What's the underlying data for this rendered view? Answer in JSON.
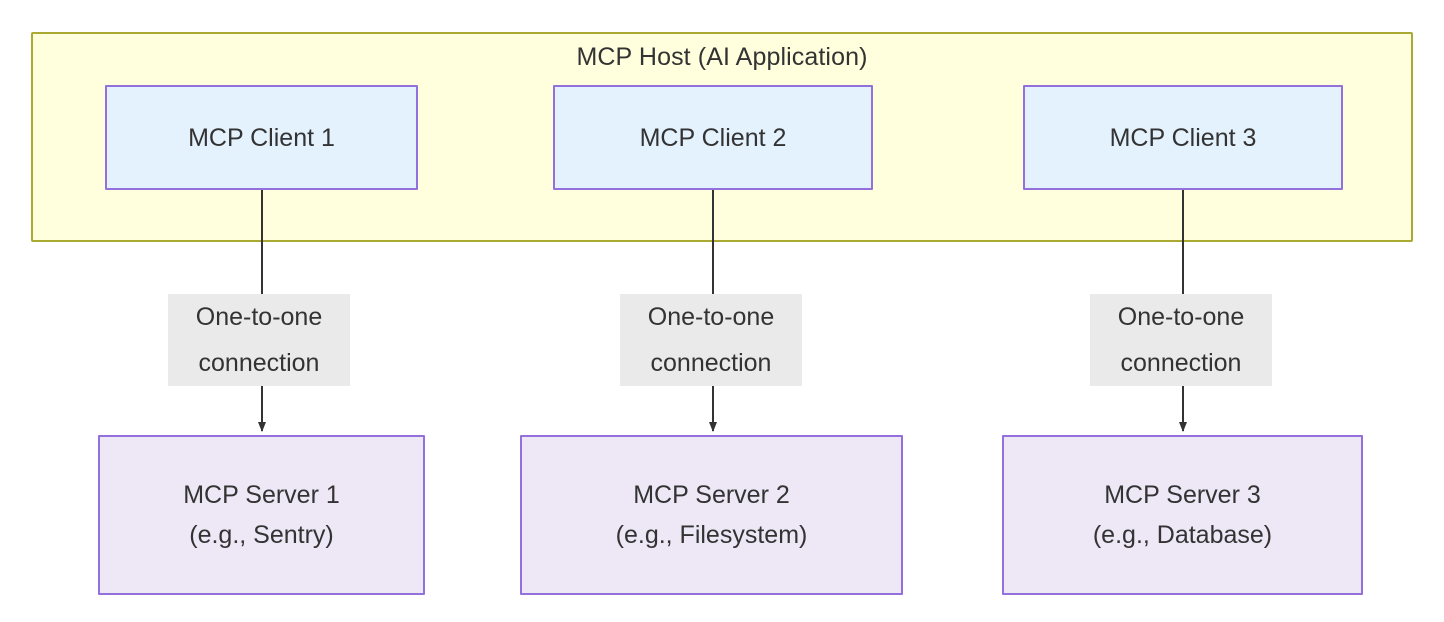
{
  "diagram": {
    "title": "MCP Host (AI Application)",
    "host": {
      "label": "MCP Host (AI Application)",
      "fill_color": "#ffffde",
      "border_color": "#aaaa33"
    },
    "clients": [
      {
        "id": "client-1",
        "label": "MCP Client 1"
      },
      {
        "id": "client-2",
        "label": "MCP Client 2"
      },
      {
        "id": "client-3",
        "label": "MCP Client 3"
      }
    ],
    "servers": [
      {
        "id": "server-1",
        "line1": "MCP Server 1",
        "line2": "(e.g., Sentry)"
      },
      {
        "id": "server-2",
        "line1": "MCP Server 2",
        "line2": "(e.g., Filesystem)"
      },
      {
        "id": "server-3",
        "line1": "MCP Server 3",
        "line2": "(e.g., Database)"
      }
    ],
    "edges": [
      {
        "id": "edge-1",
        "from": "client-1",
        "to": "server-1",
        "line1": "One-to-one",
        "line2": "connection"
      },
      {
        "id": "edge-2",
        "from": "client-2",
        "to": "server-2",
        "line1": "One-to-one",
        "line2": "connection"
      },
      {
        "id": "edge-3",
        "from": "client-3",
        "to": "server-3",
        "line1": "One-to-one",
        "line2": "connection"
      }
    ],
    "colors": {
      "client_fill": "#e3f2fd",
      "server_fill": "#ede7f6",
      "node_border": "#9370db",
      "host_fill": "#ffffde",
      "host_border": "#aaaa33",
      "edge_stroke": "#333333",
      "edge_label_bg": "#eaeaea",
      "text": "#333333",
      "background": "#ffffff"
    }
  }
}
